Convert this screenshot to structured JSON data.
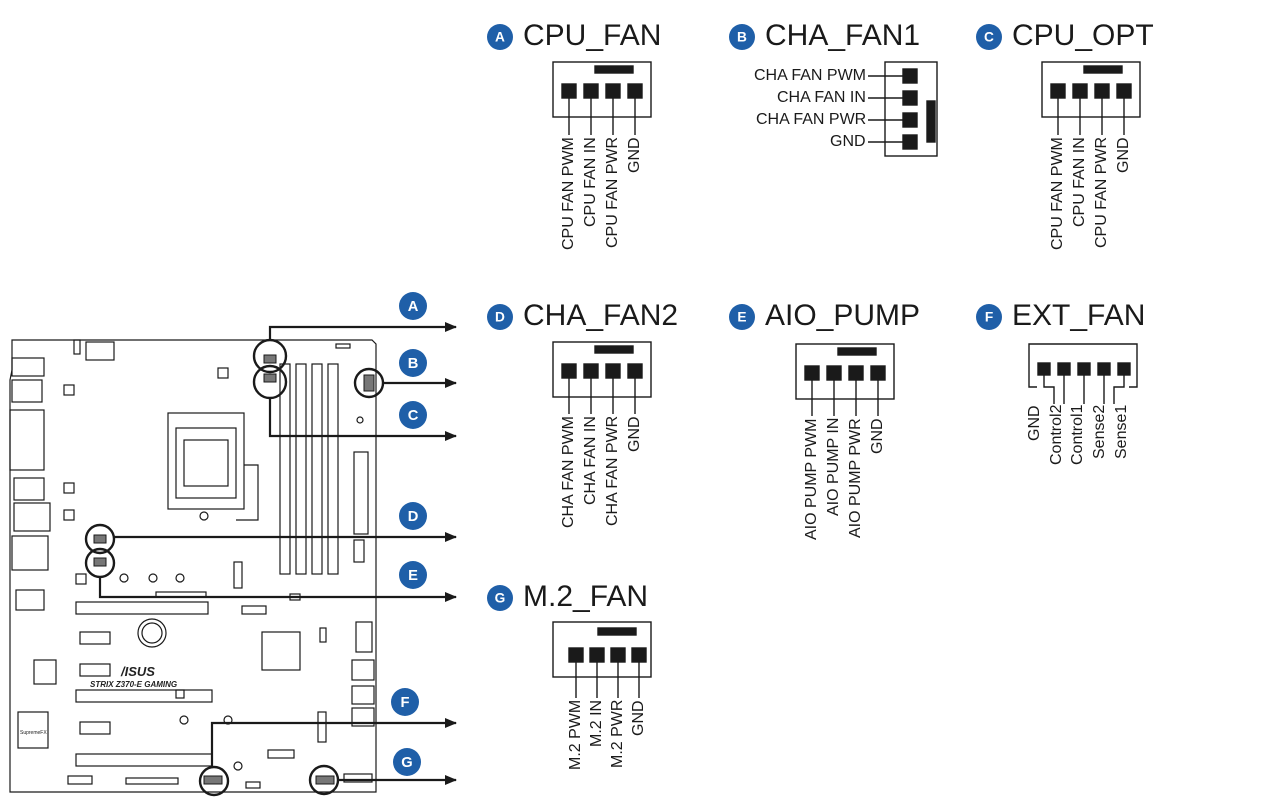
{
  "board": {
    "logo": "/ISUS",
    "model": "STRIX Z370-E GAMING",
    "sticker": "SupremeFX"
  },
  "colors": {
    "badge": "#1f5fa8",
    "ink": "#1a1a1a"
  },
  "connectors": [
    {
      "letter": "A",
      "title": "CPU_FAN",
      "pins": [
        "CPU FAN PWM",
        "CPU FAN IN",
        "CPU FAN PWR",
        "GND"
      ]
    },
    {
      "letter": "B",
      "title": "CHA_FAN1",
      "pins": [
        "CHA FAN PWM",
        "CHA FAN IN",
        "CHA FAN PWR",
        "GND"
      ]
    },
    {
      "letter": "C",
      "title": "CPU_OPT",
      "pins": [
        "CPU FAN PWM",
        "CPU FAN IN",
        "CPU FAN PWR",
        "GND"
      ]
    },
    {
      "letter": "D",
      "title": "CHA_FAN2",
      "pins": [
        "CHA FAN PWM",
        "CHA FAN IN",
        "CHA FAN PWR",
        "GND"
      ]
    },
    {
      "letter": "E",
      "title": "AIO_PUMP",
      "pins": [
        "AIO PUMP PWM",
        "AIO PUMP IN",
        "AIO PUMP PWR",
        "GND"
      ]
    },
    {
      "letter": "F",
      "title": "EXT_FAN",
      "pins": [
        "GND",
        "Control2",
        "Control1",
        "Sense2",
        "Sense1"
      ]
    },
    {
      "letter": "G",
      "title": "M.2_FAN",
      "pins": [
        "M.2 PWM",
        "M.2 IN",
        "M.2 PWR",
        "GND"
      ]
    }
  ]
}
